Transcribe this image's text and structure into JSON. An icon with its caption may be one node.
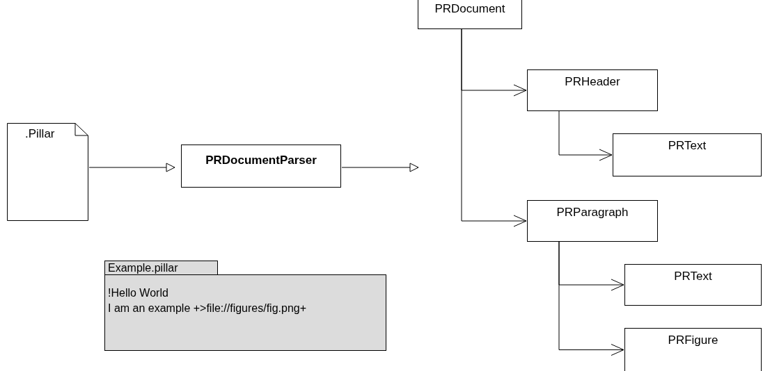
{
  "diagram": {
    "nodes": [
      {
        "text": [
          ".Pillar"
        ]
      },
      {
        "text": [
          "PRDocumentParser"
        ]
      },
      {
        "text": [
          "PRDocument"
        ]
      },
      {
        "text": [
          "PRHeader"
        ]
      },
      {
        "text": [
          "PRText"
        ]
      },
      {
        "text": [
          "PRParagraph"
        ]
      },
      {
        "text": [
          "PRText"
        ]
      },
      {
        "text": [
          "PRFigure"
        ]
      },
      {
        "text": [
          "Example.pillar",
          "!Hello World",
          "I am an example +>file://figures/fig.png+"
        ]
      }
    ],
    "edges": [
      {
        "from": 0,
        "to": 1,
        "arrow": "to"
      },
      {
        "from": 1,
        "to": null,
        "arrow": "to"
      },
      {
        "from": 2,
        "to": 3,
        "arrow": "to"
      },
      {
        "from": 3,
        "to": 4,
        "arrow": "to"
      },
      {
        "from": 2,
        "to": 5,
        "arrow": "to"
      },
      {
        "from": 5,
        "to": 6,
        "arrow": "to"
      },
      {
        "from": 5,
        "to": 7,
        "arrow": "to"
      }
    ]
  }
}
